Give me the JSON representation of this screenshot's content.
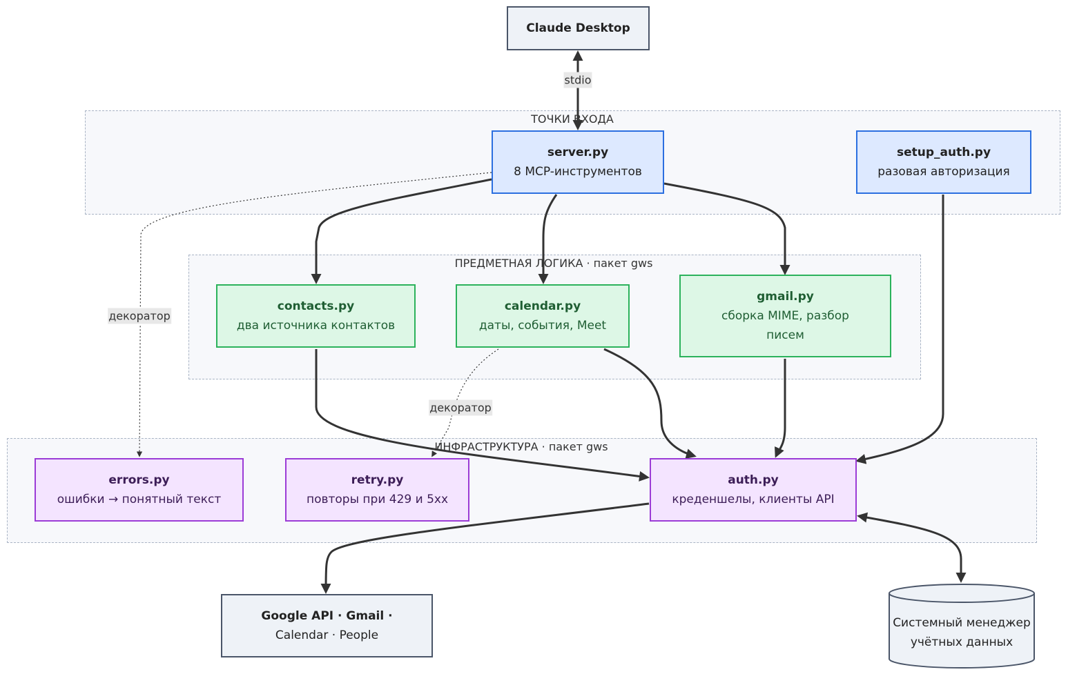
{
  "groups": {
    "entry": {
      "label": "ТОЧКИ ВХОДА"
    },
    "domain": {
      "label": "ПРЕДМЕТНАЯ ЛОГИКА · пакет gws"
    },
    "infra": {
      "label": "ИНФРАСТРУКТУРА · пакет gws"
    }
  },
  "nodes": {
    "claude": {
      "title": "Claude Desktop"
    },
    "server": {
      "title": "server.py",
      "sub": "8 MCP-инструментов"
    },
    "setup_auth": {
      "title": "setup_auth.py",
      "sub": "разовая авторизация"
    },
    "contacts": {
      "title": "contacts.py",
      "sub": "два источника контактов"
    },
    "calendar": {
      "title": "calendar.py",
      "sub": "даты, события, Meet"
    },
    "gmail": {
      "title": "gmail.py",
      "sub": "сборка MIME, разбор",
      "sub2": "писем"
    },
    "errors": {
      "title": "errors.py",
      "sub": "ошибки → понятный текст"
    },
    "retry": {
      "title": "retry.py",
      "sub": "повторы при 429 и 5xx"
    },
    "auth": {
      "title": "auth.py",
      "sub": "креденшелы, клиенты API"
    },
    "google": {
      "line1": "Google API · Gmail ·",
      "line2": "Calendar · People"
    },
    "keyring": {
      "line1": "Системный менеджер",
      "line2": "учётных данных"
    }
  },
  "edge_labels": {
    "stdio": "stdio",
    "decorator_errors": "декоратор",
    "decorator_retry": "декоратор"
  },
  "colors": {
    "edge": "#333333",
    "entry_border": "#2b6fe0",
    "domain_border": "#2bb25b",
    "infra_border": "#9b3bd6"
  }
}
